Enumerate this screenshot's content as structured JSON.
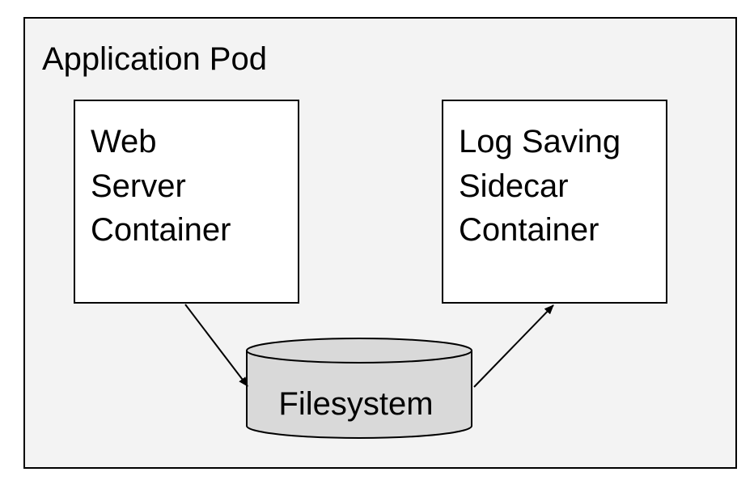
{
  "pod": {
    "label": "Application Pod"
  },
  "web_server": {
    "line1": "Web",
    "line2": "Server",
    "line3": "Container"
  },
  "sidecar": {
    "line1": "Log Saving",
    "line2": "Sidecar",
    "line3": "Container"
  },
  "filesystem": {
    "label": "Filesystem"
  },
  "colors": {
    "pod_fill": "#f3f3f3",
    "container_fill": "#ffffff",
    "filesystem_fill": "#d9d9d9",
    "stroke": "#000000"
  }
}
